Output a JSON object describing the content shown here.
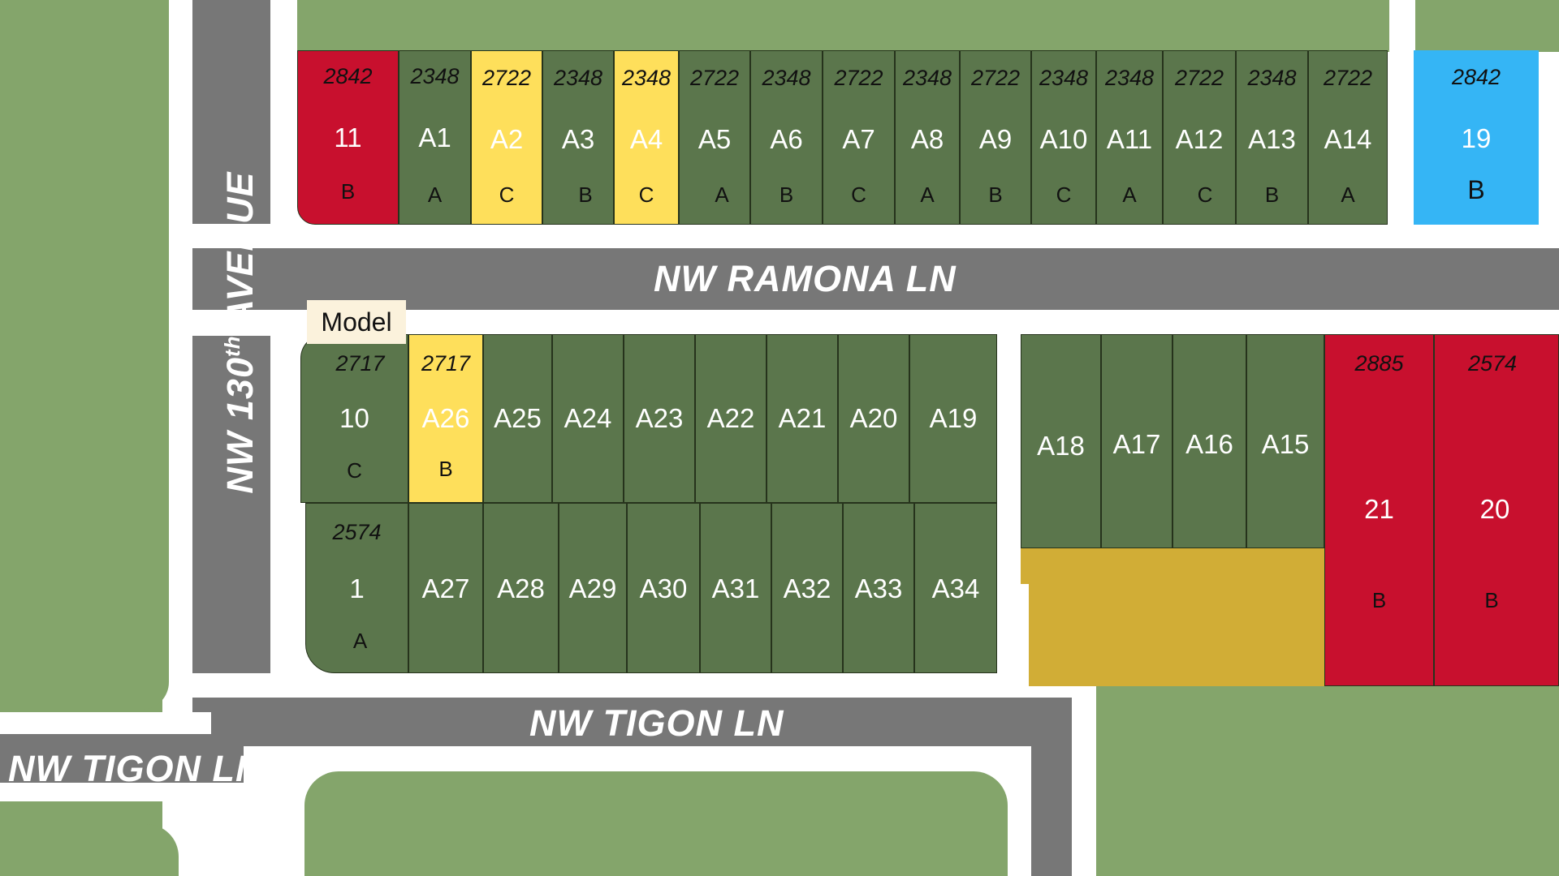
{
  "colors": {
    "grass": "#84a56b",
    "road": "#777777",
    "sidewalk": "#ffffff",
    "lot_available": "#5b764c",
    "lot_yellow": "#fedf5b",
    "lot_red": "#c8102e",
    "lot_blue": "#35b5f5",
    "amenity_gold": "#d1ad36"
  },
  "streets": {
    "ramona": "NW RAMONA LN",
    "tigon_main": "NW TIGON LN",
    "tigon_west": "NW TIGON LN",
    "avenue_prefix": "NW 130",
    "avenue_sup": "th",
    "avenue_suffix": " AVENUE"
  },
  "model_label": "Model",
  "lots": {
    "l11": {
      "sqft": "2842",
      "num": "11",
      "elev": "B"
    },
    "a1": {
      "sqft": "2348",
      "num": "A1",
      "elev": "A"
    },
    "a2": {
      "sqft": "2722",
      "num": "A2",
      "elev": "C"
    },
    "a3": {
      "sqft": "2348",
      "num": "A3",
      "elev": "B"
    },
    "a4": {
      "sqft": "2348",
      "num": "A4",
      "elev": "C"
    },
    "a5": {
      "sqft": "2722",
      "num": "A5",
      "elev": "A"
    },
    "a6": {
      "sqft": "2348",
      "num": "A6",
      "elev": "B"
    },
    "a7": {
      "sqft": "2722",
      "num": "A7",
      "elev": "C"
    },
    "a8": {
      "sqft": "2348",
      "num": "A8",
      "elev": "A"
    },
    "a9": {
      "sqft": "2722",
      "num": "A9",
      "elev": "B"
    },
    "a10": {
      "sqft": "2348",
      "num": "A10",
      "elev": "C"
    },
    "a11": {
      "sqft": "2348",
      "num": "A11",
      "elev": "A"
    },
    "a12": {
      "sqft": "2722",
      "num": "A12",
      "elev": "C"
    },
    "a13": {
      "sqft": "2348",
      "num": "A13",
      "elev": "B"
    },
    "a14": {
      "sqft": "2722",
      "num": "A14",
      "elev": "A"
    },
    "l19": {
      "sqft": "2842",
      "num": "19",
      "elev": "B"
    },
    "l10": {
      "sqft": "2717",
      "num": "10",
      "elev": "C"
    },
    "a26": {
      "sqft": "2717",
      "num": "A26",
      "elev": "B"
    },
    "a25": {
      "num": "A25"
    },
    "a24": {
      "num": "A24"
    },
    "a23": {
      "num": "A23"
    },
    "a22": {
      "num": "A22"
    },
    "a21": {
      "num": "A21"
    },
    "a20": {
      "num": "A20"
    },
    "a19": {
      "num": "A19"
    },
    "l1": {
      "sqft": "2574",
      "num": "1",
      "elev": "A"
    },
    "a27": {
      "num": "A27"
    },
    "a28": {
      "num": "A28"
    },
    "a29": {
      "num": "A29"
    },
    "a30": {
      "num": "A30"
    },
    "a31": {
      "num": "A31"
    },
    "a32": {
      "num": "A32"
    },
    "a33": {
      "num": "A33"
    },
    "a34": {
      "num": "A34"
    },
    "a18": {
      "num": "A18"
    },
    "a17": {
      "num": "A17"
    },
    "a16": {
      "num": "A16"
    },
    "a15": {
      "num": "A15"
    },
    "l21": {
      "sqft": "2885",
      "num": "21",
      "elev": "B"
    },
    "l20": {
      "sqft": "2574",
      "num": "20",
      "elev": "B"
    }
  }
}
